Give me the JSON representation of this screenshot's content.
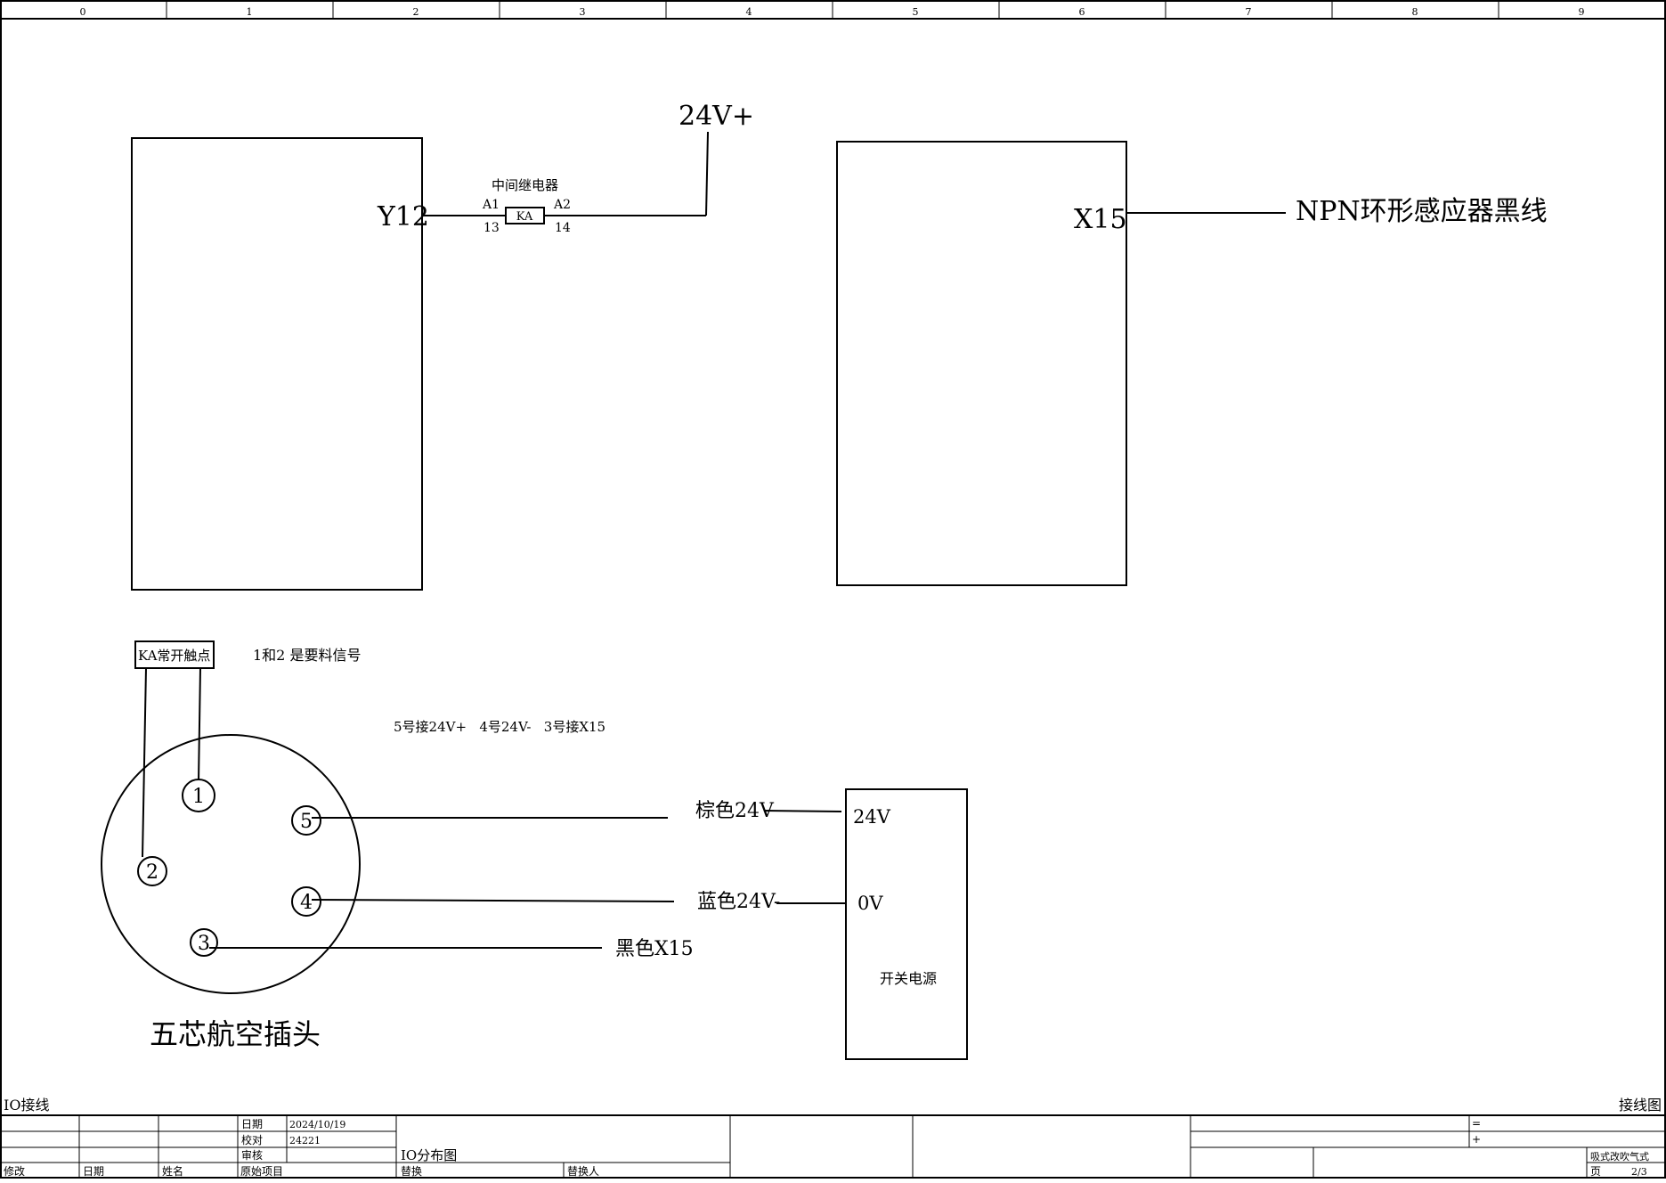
{
  "ruler": {
    "columns": [
      "0",
      "1",
      "2",
      "3",
      "4",
      "5",
      "6",
      "7",
      "8",
      "9"
    ]
  },
  "relay": {
    "output_label": "Y12",
    "title": "中间继电器",
    "coil_label": "KA",
    "pin_a1": "A1",
    "pin_a2": "A2",
    "pin_13": "13",
    "pin_14": "14",
    "supply_label": "24V+"
  },
  "sensor_input": {
    "input_label": "X15",
    "wire_label": "NPN环形感应器黑线"
  },
  "notes": {
    "contact_label": "KA常开触点",
    "signal_note": "1和2 是要料信号",
    "pin_note": "5号接24V+   4号24V-   3号接X15"
  },
  "connector": {
    "caption": "五芯航空插头",
    "pins": [
      "1",
      "2",
      "3",
      "4",
      "5"
    ]
  },
  "wires": {
    "brown": "棕色24V",
    "blue": "蓝色24V-",
    "black": "黑色X15"
  },
  "psu": {
    "terminal_24v": "24V",
    "terminal_0v": "0V",
    "title": "开关电源"
  },
  "footer": {
    "left_title": "IO接线",
    "right_title": "接线图",
    "date_label": "日期",
    "date_value": "2024/10/19",
    "check_label": "校对",
    "check_value": "24221",
    "review_label": "审核",
    "drawing_name": "IO分布图",
    "modify_label": "修改",
    "date_col_label": "日期",
    "name_label": "姓名",
    "original_project_label": "原始项目",
    "replace_label": "替换",
    "replaced_by_label": "替换人",
    "eq_symbol": "=",
    "plus_symbol": "+",
    "project_name": "吸式改吹气式",
    "page_label": "页",
    "page_value": "2/3"
  }
}
